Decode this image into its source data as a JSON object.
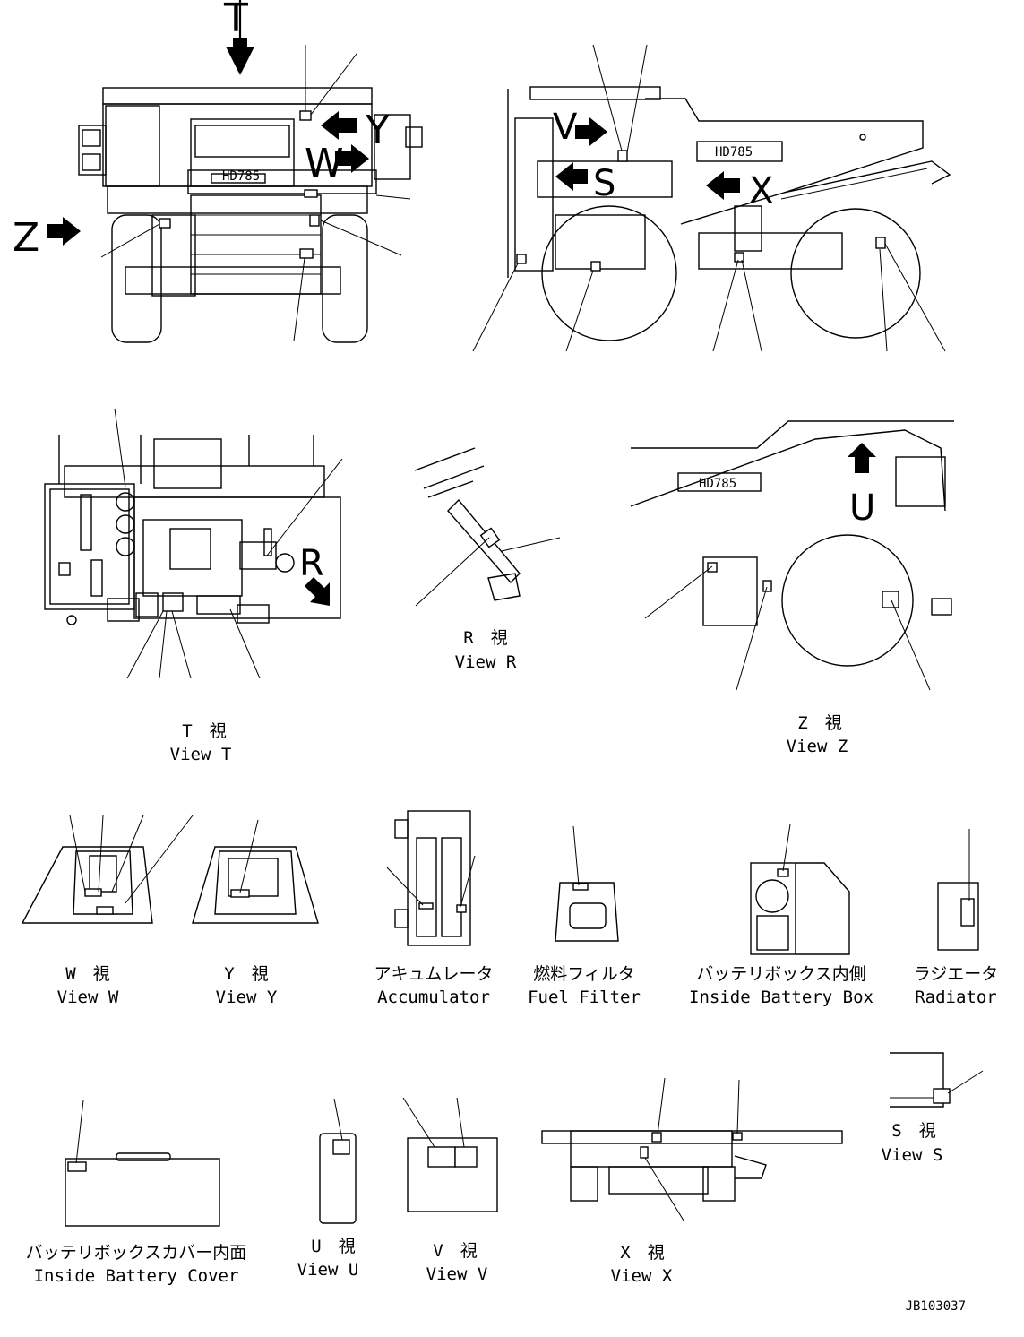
{
  "letters": {
    "T": "T",
    "W": "W",
    "Y": "Y",
    "Z": "Z",
    "V": "V",
    "S": "S",
    "X": "X",
    "R": "R",
    "U": "U"
  },
  "views": {
    "T": {
      "jp": "T　視",
      "en": "View T"
    },
    "R": {
      "jp": "R　視",
      "en": "View R"
    },
    "Z": {
      "jp": "Z　視",
      "en": "View Z"
    },
    "W": {
      "jp": "W　視",
      "en": "View W"
    },
    "Y": {
      "jp": "Y　視",
      "en": "View Y"
    },
    "S": {
      "jp": "S　視",
      "en": "View S"
    },
    "U": {
      "jp": "U　視",
      "en": "View U"
    },
    "V": {
      "jp": "V　視",
      "en": "View V"
    },
    "X": {
      "jp": "X　視",
      "en": "View X"
    }
  },
  "components": {
    "accumulator": {
      "jp": "アキュムレータ",
      "en": "Accumulator"
    },
    "fuel_filter": {
      "jp": "燃料フィルタ",
      "en": "Fuel Filter"
    },
    "battery_box": {
      "jp": "バッテリボックス内側",
      "en": "Inside Battery Box"
    },
    "radiator": {
      "jp": "ラジエータ",
      "en": "Radiator"
    },
    "battery_cover": {
      "jp": "バッテリボックスカバー内面",
      "en": "Inside Battery Cover"
    }
  },
  "truck_badge": "HD785",
  "drawing_number": "JB103037"
}
